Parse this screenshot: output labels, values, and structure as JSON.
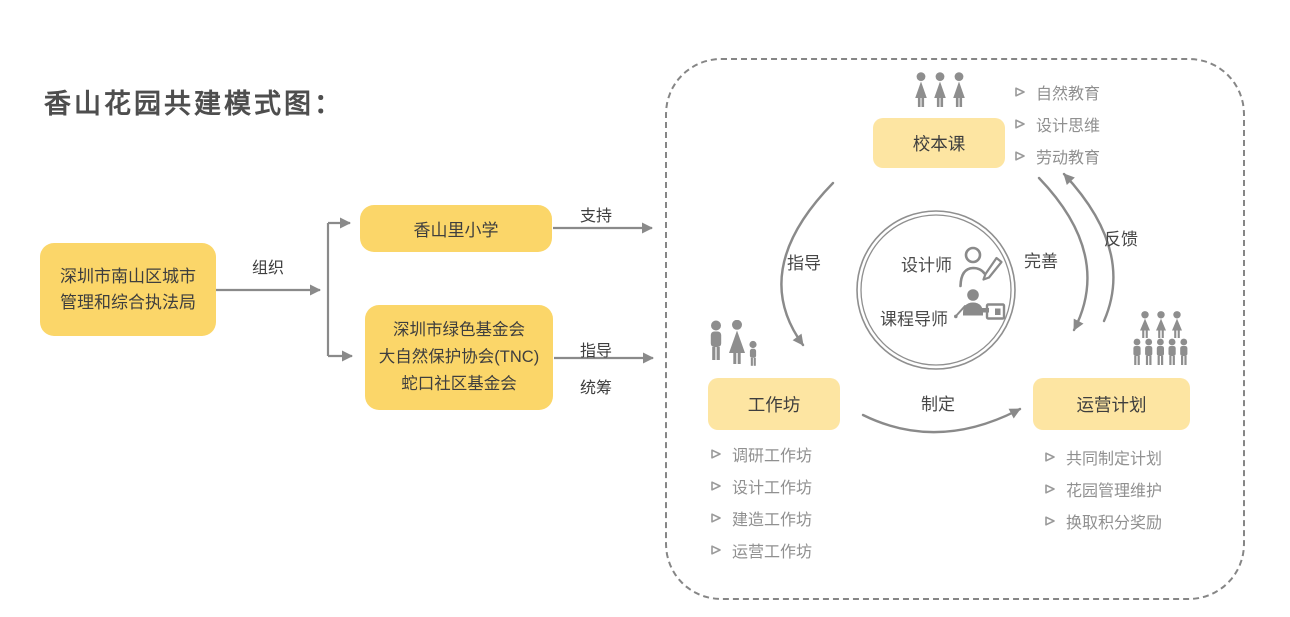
{
  "title": "香山花园共建模式图：",
  "colors": {
    "box_yellow": "#FBD669",
    "box_pale_yellow": "#FDE5A2",
    "line_gray": "#8A8A8A",
    "dashed_border_gray": "#868686",
    "text_dark": "#3E3E3E",
    "text_gray": "#909090"
  },
  "icons": {
    "school_course": "students-group-icon",
    "workshop": "family-icon",
    "operation_plan": "community-crowd-icon",
    "designer": "designer-pencil-icon",
    "course_tutor": "teacher-pointer-icon",
    "list_bullet": "arrowhead-bullet-icon"
  },
  "left_flow": {
    "government": "深圳市南山区城市管理和综合执法局",
    "organize_label": "组织",
    "school": "香山里小学",
    "support_label": "支持",
    "org_line1": "深圳市绿色基金会",
    "org_line2": "大自然保护协会(TNC)",
    "org_line3": "蛇口社区基金会",
    "guide_label": "指导",
    "coordinate_label": "统筹"
  },
  "cycle": {
    "school_course": "校本课",
    "course_items": [
      "自然教育",
      "设计思维",
      "劳动教育"
    ],
    "workshop": "工作坊",
    "workshop_items": [
      "调研工作坊",
      "设计工作坊",
      "建造工作坊",
      "运营工作坊"
    ],
    "operation_plan": "运营计划",
    "plan_items": [
      "共同制定计划",
      "花园管理维护",
      "换取积分奖励"
    ],
    "designer": "设计师",
    "course_tutor": "课程导师",
    "instruct_label": "指导",
    "formulate_label": "制定",
    "perfect_label": "完善",
    "feedback_label": "反馈"
  }
}
